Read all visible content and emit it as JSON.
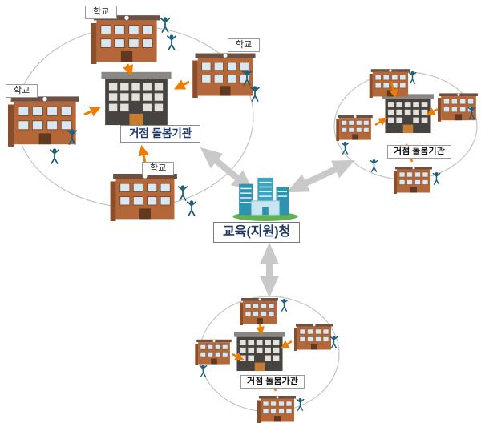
{
  "diagram": {
    "type": "network-diagram",
    "center": {
      "label": "교육(지원)청",
      "icon": "government-office-building-icon"
    },
    "clusters": [
      {
        "id": "topleft",
        "hub": {
          "label": "거점 돌봄기관",
          "icon": "care-center-building-icon"
        },
        "satellites": [
          {
            "label": "학교",
            "icon": "school-building-icon"
          },
          {
            "label": "학교",
            "icon": "school-building-icon"
          },
          {
            "label": "학교",
            "icon": "school-building-icon"
          },
          {
            "label": "학교",
            "icon": "school-building-icon"
          }
        ]
      },
      {
        "id": "topright",
        "hub": {
          "label": "거점 돌봄기관",
          "icon": "care-center-building-icon"
        }
      },
      {
        "id": "bottom",
        "hub": {
          "label": "거점 돌봄가관",
          "icon": "care-center-building-icon"
        }
      }
    ],
    "icons": {
      "people": "person-cheering-icon",
      "flow": "orange-arrow-icon",
      "link": "gray-double-arrow-icon"
    },
    "colors": {
      "flow_arrow_orange": "#ee7c00",
      "link_arrow_gray": "#c9c9c9",
      "cluster_ellipse": "#c4c4c4",
      "hub_label_text": "#1f3864",
      "center_label_text": "#1f3864",
      "school_building": "#b4683a",
      "hub_building": "#474340",
      "office_teal": "#38a5c1",
      "people": "#1b5e77"
    }
  }
}
